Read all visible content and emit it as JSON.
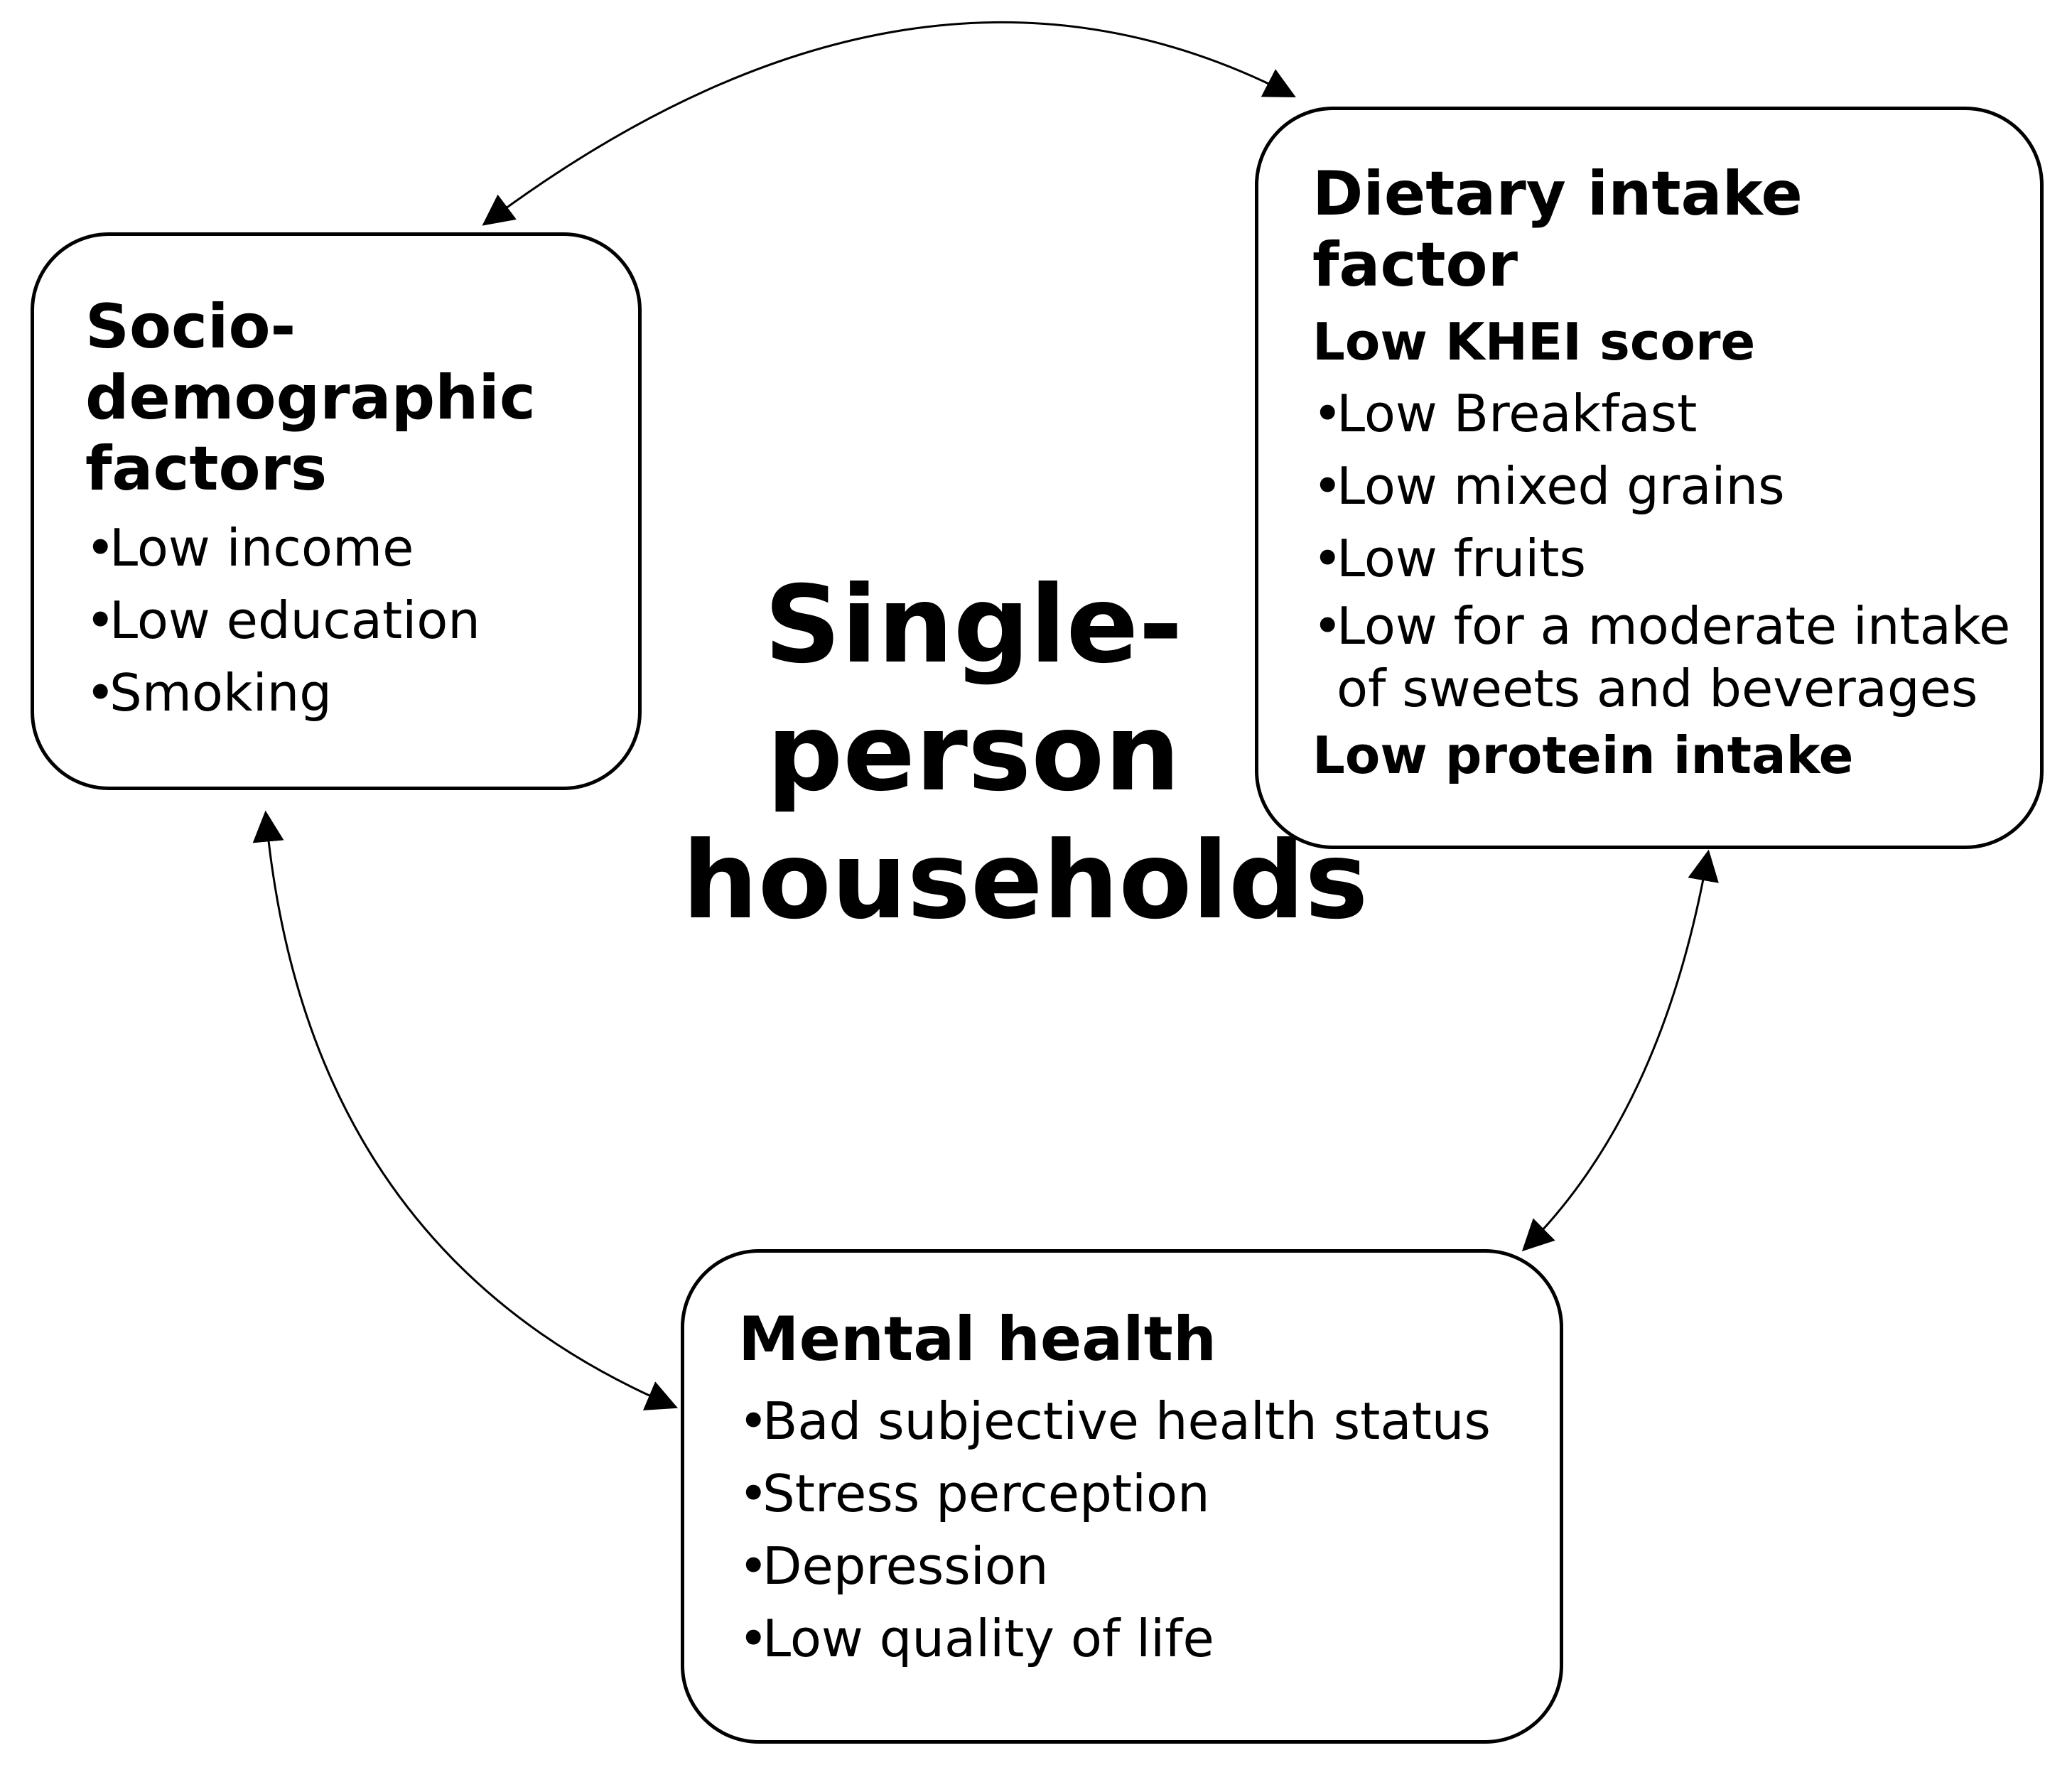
{
  "center_title": {
    "lines": [
      "Single-",
      "person",
      "households"
    ]
  },
  "socio_box": {
    "title_lines": [
      "Socio-",
      "demographic",
      "factors"
    ],
    "items": [
      "Low income",
      "Low education",
      "Smoking"
    ]
  },
  "diet_box": {
    "title": "Dietary intake factor",
    "subtitle": "Low KHEI score",
    "items": [
      "Low Breakfast",
      "Low mixed grains",
      "Low fruits",
      "Low for a moderate intake of sweets and beverages"
    ],
    "footer": "Low protein intake"
  },
  "mental_box": {
    "title": "Mental health",
    "items": [
      "Bad subjective health status",
      "Stress perception",
      "Depression",
      "Low quality of life"
    ]
  },
  "bullet": "•",
  "colors": {
    "stroke": "#000000",
    "background": "#ffffff"
  }
}
